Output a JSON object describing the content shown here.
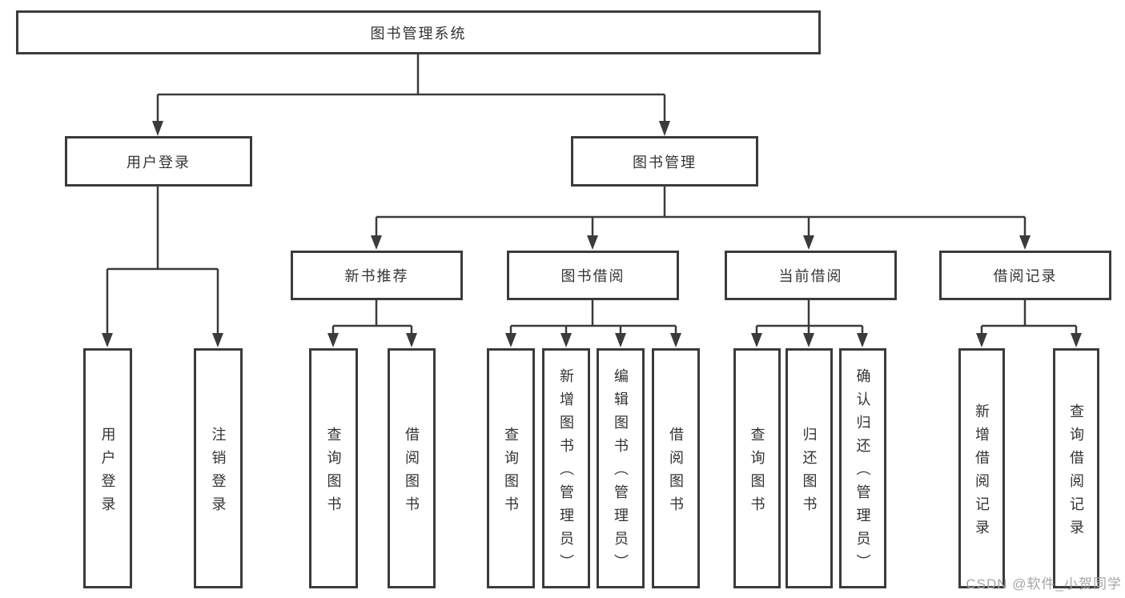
{
  "diagram": {
    "root": {
      "label": "图书管理系统"
    },
    "level2": [
      {
        "label": "用户登录"
      },
      {
        "label": "图书管理"
      }
    ],
    "level3": [
      {
        "label": "新书推荐"
      },
      {
        "label": "图书借阅"
      },
      {
        "label": "当前借阅"
      },
      {
        "label": "借阅记录"
      }
    ],
    "leaves": [
      {
        "label": "用户登录"
      },
      {
        "label": "注销登录"
      },
      {
        "label": "查询图书"
      },
      {
        "label": "借阅图书"
      },
      {
        "label": "查询图书"
      },
      {
        "label": "新增图书（管理员）"
      },
      {
        "label": "编辑图书（管理员）"
      },
      {
        "label": "借阅图书"
      },
      {
        "label": "查询图书"
      },
      {
        "label": "归还图书"
      },
      {
        "label": "确认归还（管理员）"
      },
      {
        "label": "新增借阅记录"
      },
      {
        "label": "查询借阅记录"
      }
    ]
  },
  "watermark": {
    "text": "CSDN @软件_小贺同学"
  },
  "colors": {
    "line": "#3b3b3b",
    "box_border": "#3b3b3b",
    "box_background": "#ffffff",
    "text": "#333333",
    "watermark_text": "#a6a6a6",
    "page_background": "#ffffff"
  }
}
